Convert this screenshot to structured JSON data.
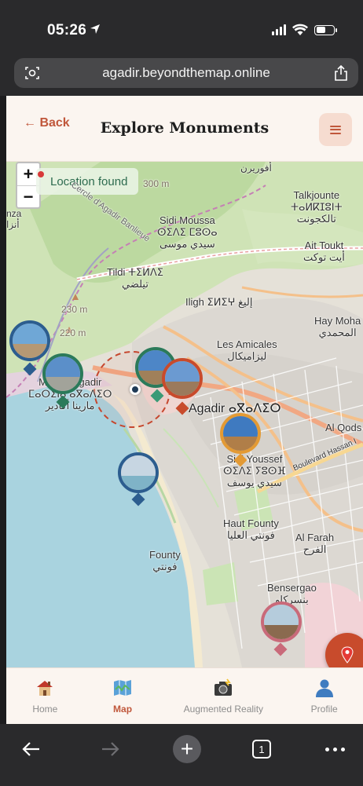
{
  "status_bar": {
    "time": "05:26"
  },
  "browser": {
    "url": "agadir.beyondthemap.online",
    "tab_count": "1"
  },
  "header": {
    "back_label": "← Back",
    "title": "Explore Monuments"
  },
  "map": {
    "zoom_in": "+",
    "zoom_out": "−",
    "toast": "Location found",
    "labels": {
      "afourarn": "أفوريرن",
      "m300": "300 m",
      "talkjounte": "Talkjounte",
      "talkjounte_tif": "ⵜⴰⵍⴽⵊⵓⵏⵜ",
      "talkjounte_ar": "تالكجونت",
      "aza": "nza",
      "aza_ar": "أنزا",
      "sidi_moussa": "Sidi Moussa",
      "sidi_moussa_tif": "ⵙⵉⴷⵉ ⵎⵓⵙⴰ",
      "sidi_moussa_ar": "سيدي موسى",
      "cercle": "Cercle d'Agadir Banlieue",
      "ait_toukt": "Ait Toukt",
      "ait_toukt_ar": "أيت توكت",
      "tildi": "Tildi",
      "tildi_tif": "ⵜⵉⵍⴷⵉ",
      "tildi_ar": "تيلضي",
      "iligh": "Iligh",
      "iligh_tif": "ⵉⵍⵉⵖ",
      "iligh_ar": "إليغ",
      "hay_mohammadi": "Hay Moha",
      "hay_mohammadi_ar": "المحمدي",
      "m230": "230 m",
      "m220": "220 m",
      "les_amicales": "Les Amicales",
      "les_amicales_ar": "ليزاميكال",
      "marina": "Marina Agadir",
      "marina_tif": "ⵎⴰⵔⵉⵏⴰ ⴰⴳⴰⴷⵉⵔ",
      "marina_ar": "مارينا أكادير",
      "agadir": "Agadir",
      "agadir_tif": "ⴰⴳⴰⴷⵉⵔ",
      "al_qods": "Al Qods",
      "sidi_youssef": "Sidi Youssef",
      "sidi_youssef_tif": "ⵙⵉⴷⵉ ⵢⵓⵙⴼ",
      "sidi_youssef_ar": "سيدي يوسف",
      "boulevard": "Boulevard Hassan I",
      "haut_founty": "Haut Founty",
      "haut_founty_ar": "فونتي العليا",
      "al_farah": "Al Farah",
      "al_farah_ar": "الفرح",
      "founty": "Founty",
      "founty_ar": "فونتي",
      "bensergao": "Bensergao",
      "bensergao_ar": "بنسركاو"
    },
    "colors": {
      "sea": "#a9d3df",
      "marker_blue": "#2c5d8f",
      "marker_green": "#2b7a5a",
      "marker_orange": "#e39a34",
      "marker_red": "#c84b2c",
      "marker_pink": "#c96a7a"
    }
  },
  "nav": {
    "home": "Home",
    "map": "Map",
    "ar": "Augmented Reality",
    "profile": "Profile",
    "icons": {
      "home": "house-icon",
      "map": "map-icon",
      "ar": "camera-flash-icon",
      "profile": "user-icon"
    }
  }
}
